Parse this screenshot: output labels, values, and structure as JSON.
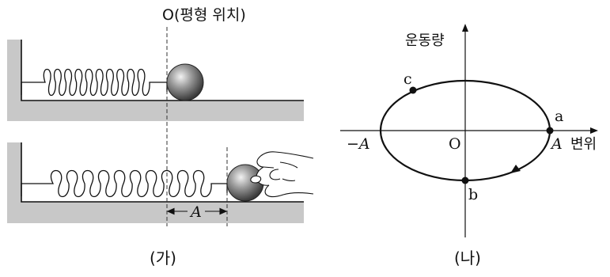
{
  "figure_ga": {
    "equilibrium_label": "O(평형 위치)",
    "amplitude_label": "A",
    "caption": "(가)"
  },
  "figure_na": {
    "y_axis_label": "운동량",
    "x_axis_label": "변위",
    "origin_label": "O",
    "neg_amplitude_label": "−A",
    "pos_amplitude_label": "A",
    "point_a": "a",
    "point_b": "b",
    "point_c": "c",
    "caption": "(나)"
  }
}
